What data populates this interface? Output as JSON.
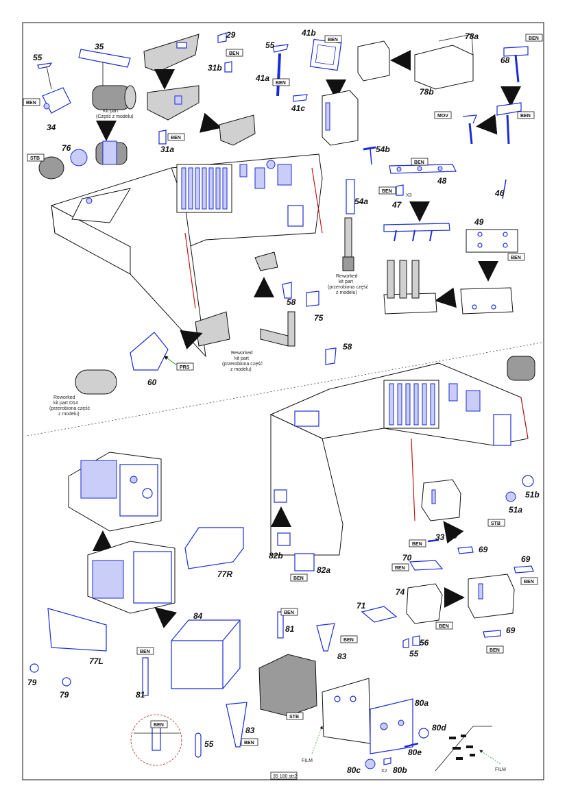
{
  "sheet": {
    "footer": "35 180 str2",
    "accent_color": "#1a2bd6",
    "weld_color": "#c01818",
    "kit_part_color": "#d0d0d0"
  },
  "part_numbers": {
    "p55a": "55",
    "p35": "35",
    "p34": "34",
    "p29": "29",
    "p31b": "31b",
    "p31a": "31a",
    "p76": "76",
    "p41b": "41b",
    "p55b": "55",
    "p41a": "41a",
    "p41c": "41c",
    "p78a": "78a",
    "p78b": "78b",
    "p68": "68",
    "p54b": "54b",
    "p54a": "54a",
    "p48": "48",
    "p47": "47",
    "p46": "46",
    "p49": "49",
    "p58a": "58",
    "p75": "75",
    "p58b": "58",
    "p60": "60",
    "p51b": "51b",
    "p51a": "51a",
    "p82b": "82b",
    "p82a": "82a",
    "p33": "33",
    "p70": "70",
    "p69a": "69",
    "p69b": "69",
    "p69c": "69",
    "p74": "74",
    "p71": "71",
    "p56": "56",
    "p55c": "55",
    "p77r": "77R",
    "p77l": "77L",
    "p84": "84",
    "p81a": "81",
    "p81b": "81",
    "p83a": "83",
    "p83b": "83",
    "p79a": "79",
    "p79b": "79",
    "p55d": "55",
    "p80a": "80a",
    "p80d": "80d",
    "p80e": "80e",
    "p80b": "80b",
    "p80c": "80c"
  },
  "tags": {
    "ben": "BEN",
    "stb": "STB",
    "mov": "MOV",
    "prs": "PRS"
  },
  "notes": {
    "kit_part_line1": "Kit part",
    "kit_part_line2": "(Część z modelu)",
    "reworked_a_1": "Reworked",
    "reworked_a_2": "kit part",
    "reworked_a_3": "(przerobiona część",
    "reworked_a_4": "z modelu)",
    "reworked_b_1": "Reworked",
    "reworked_b_2": "kit part",
    "reworked_b_3": "(przerobiona część",
    "reworked_b_4": "z modelu)",
    "reworked_d14_1": "Reworked",
    "reworked_d14_2": "kit part D14",
    "reworked_d14_3": "(przerobiona część",
    "reworked_d14_4": "z modelu)",
    "x3": "X3",
    "x2": "X2",
    "film_a": "FILM",
    "film_b": "FILM"
  }
}
